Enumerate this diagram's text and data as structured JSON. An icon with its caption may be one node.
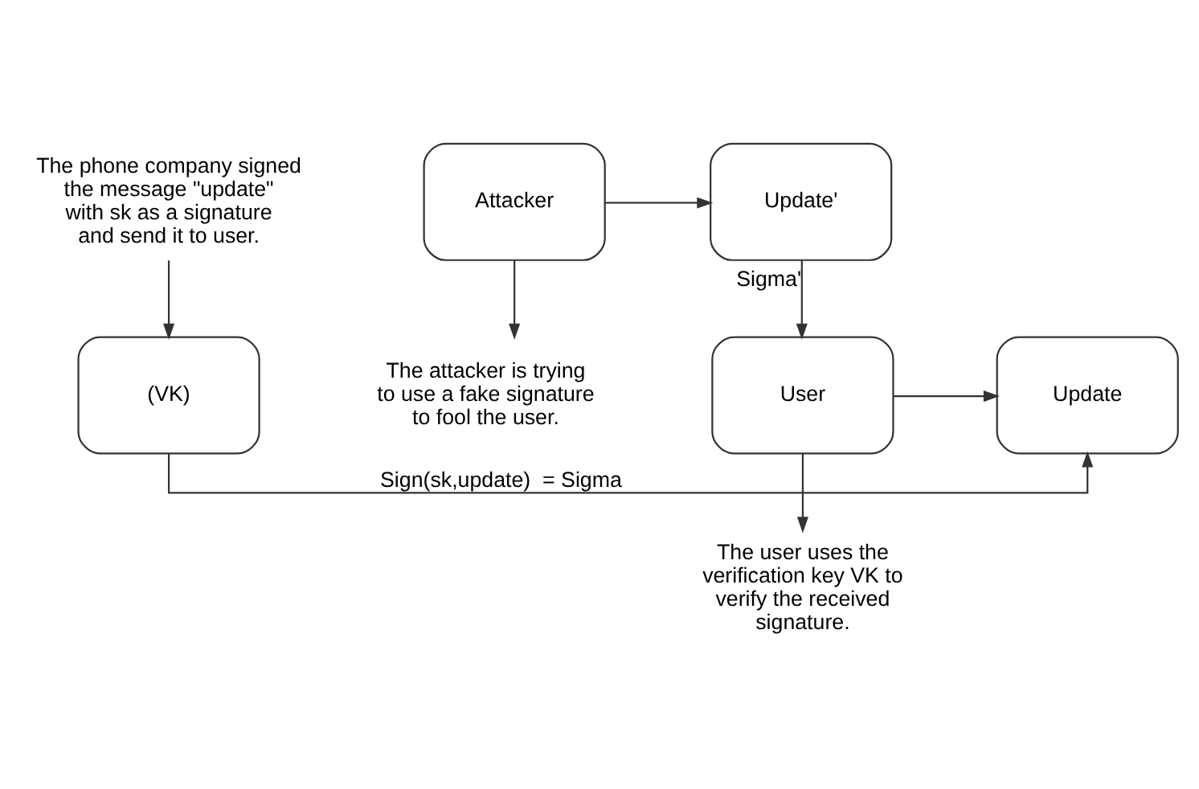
{
  "diagram": {
    "nodes": [
      {
        "text": [
          "The phone company signed the message \"update\" with sk as a signature and send it to user."
        ]
      },
      {
        "text": [
          "(VK)"
        ]
      },
      {
        "text": [
          "Update"
        ]
      },
      {
        "text": [
          "User"
        ]
      },
      {
        "text": [
          "Attacker"
        ]
      },
      {
        "text": [
          "Update'"
        ]
      },
      {
        "text": [
          "The user uses the verification key VK to verify the received signature."
        ]
      },
      {
        "text": [
          "The attacker is trying to use a fake signature to fool the user."
        ]
      }
    ],
    "edges": [
      {
        "from": 0,
        "to": 1,
        "arrow": "to"
      },
      {
        "from": 1,
        "to": 2,
        "arrow": "to",
        "label": "Sign(sk,update)  = Sigma"
      },
      {
        "from": 3,
        "to": 2,
        "arrow": "to"
      },
      {
        "from": 4,
        "to": 5,
        "arrow": "to"
      },
      {
        "from": 5,
        "to": 3,
        "arrow": "to",
        "label": "Sigma'"
      },
      {
        "from": 3,
        "to": 6,
        "arrow": "to"
      },
      {
        "from": 4,
        "to": 7,
        "arrow": "to"
      }
    ]
  }
}
